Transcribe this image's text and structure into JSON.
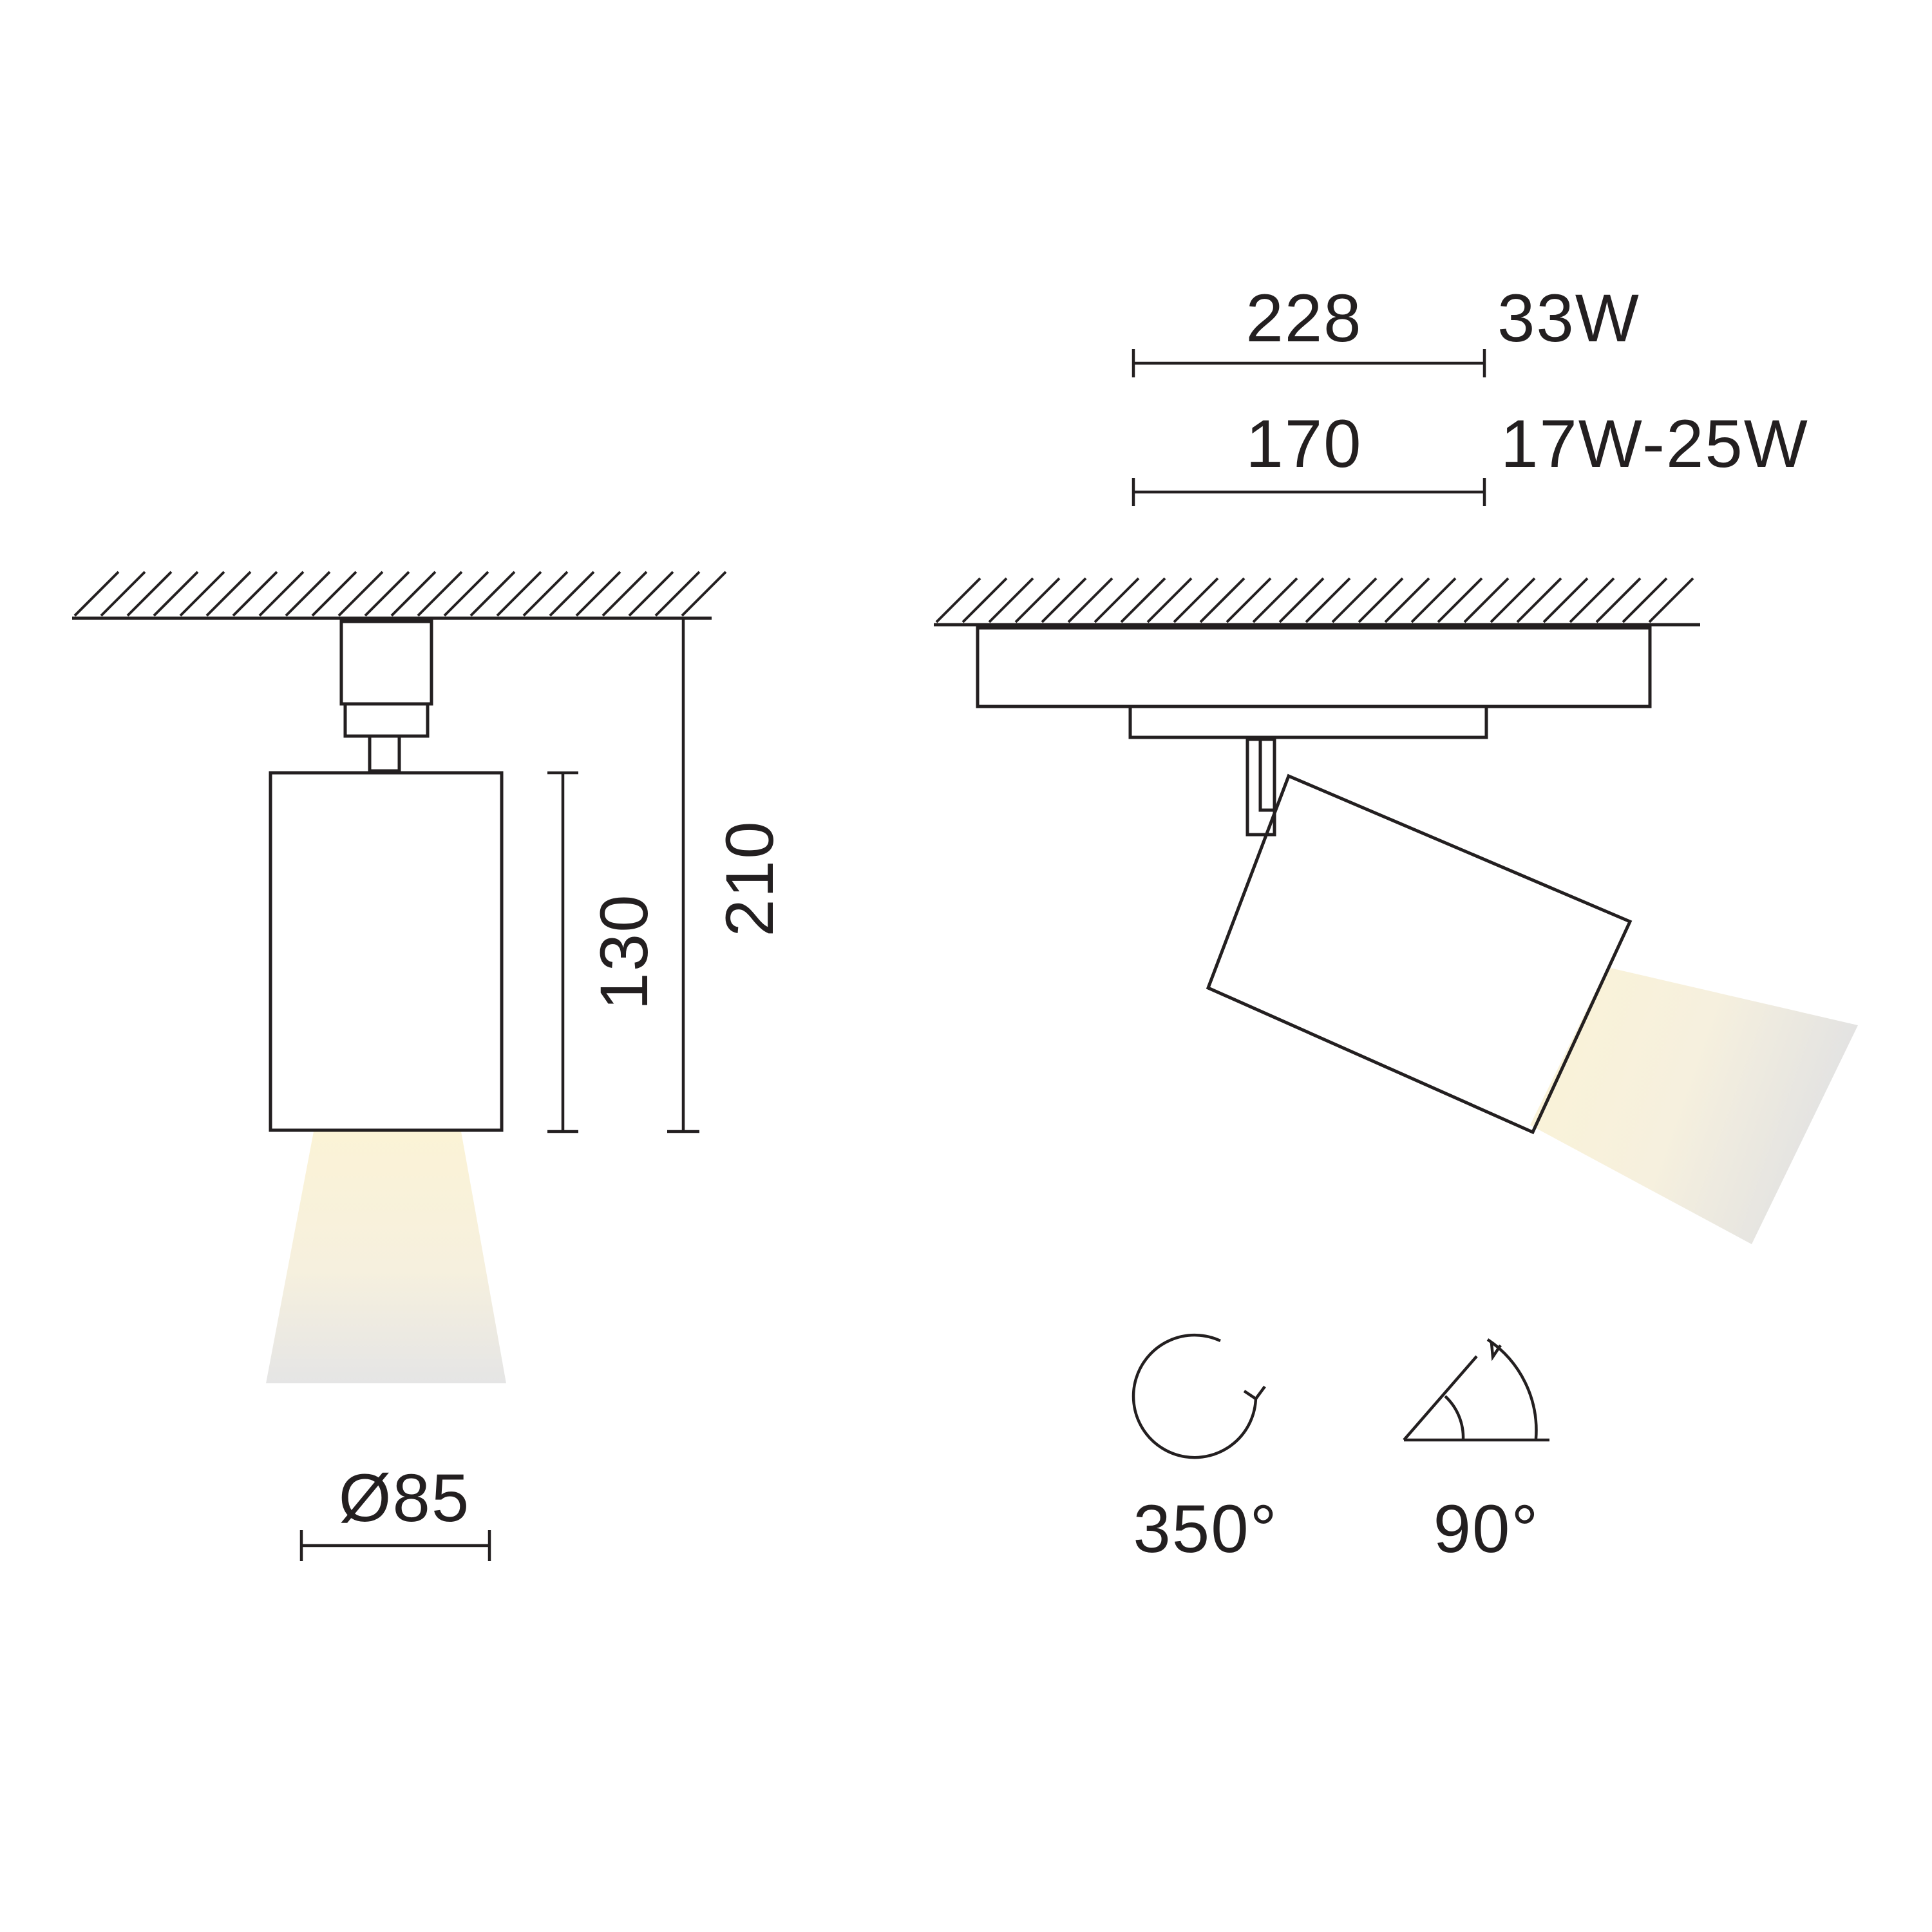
{
  "views": {
    "front": {
      "diameter_label": "Ø85",
      "body_height_label": "130",
      "total_height_label": "210"
    },
    "side": {
      "length_33w_label": "228",
      "wattage_33w_label": "33W",
      "length_17_25w_label": "170",
      "wattage_17_25w_label": "17W-25W"
    }
  },
  "adjustments": {
    "rotation": {
      "label": "350°",
      "icon": "rotation-arrow-icon"
    },
    "tilt": {
      "label": "90°",
      "icon": "tilt-angle-icon"
    }
  },
  "colors": {
    "line": "#231f20",
    "beam_warm": "#fbf3d6",
    "beam_cool": "#e7e7e7",
    "background": "#ffffff"
  }
}
